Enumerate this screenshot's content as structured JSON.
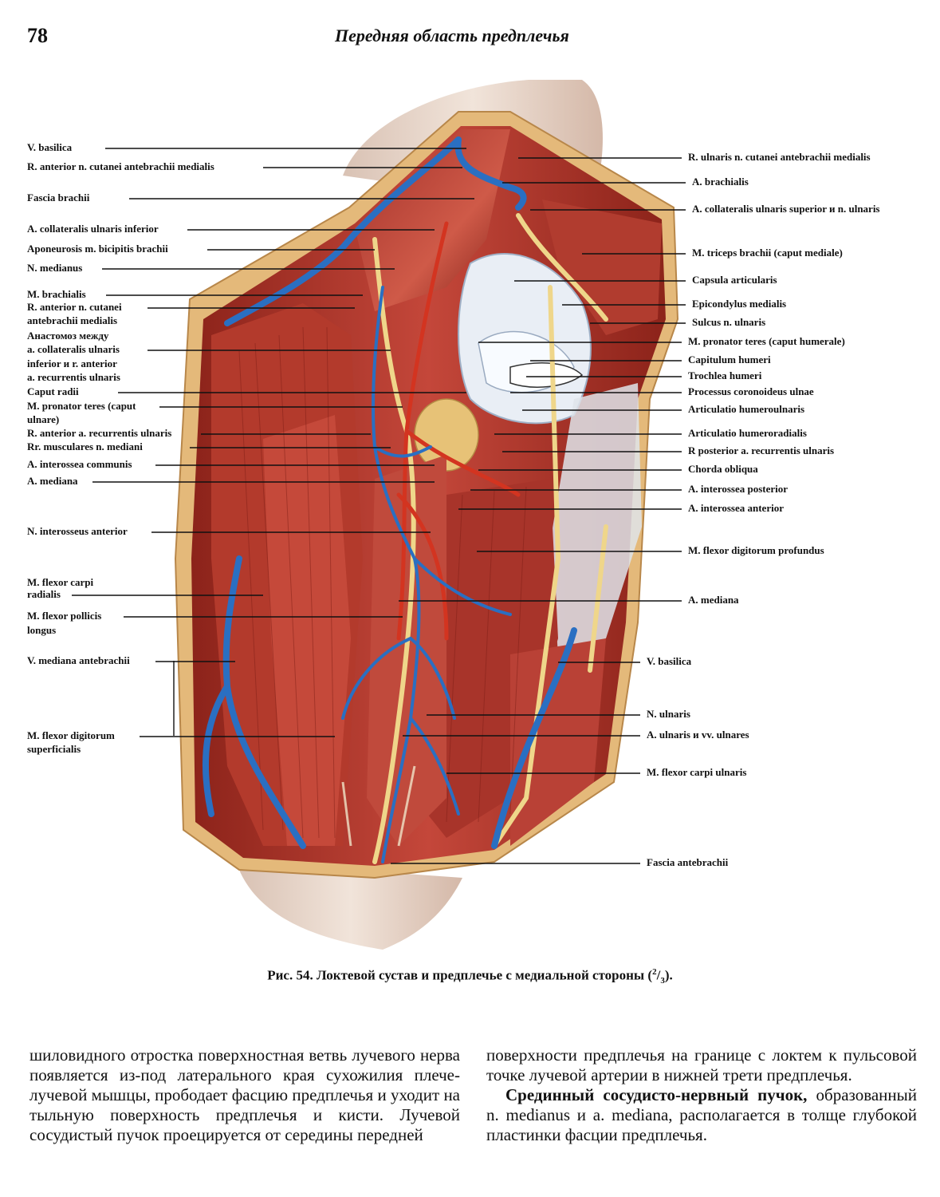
{
  "header": {
    "page_number": "78",
    "running_title": "Передняя область предплечья"
  },
  "figure": {
    "labels_left": [
      "V. basilica",
      "R. anterior n. cutanei antebrachii medialis",
      "Fascia brachii",
      "A. collateralis ulnaris inferior",
      "Aponeurosis m. bicipitis brachii",
      "N. medianus",
      "M. brachialis",
      "R. anterior n. cutanei",
      "antebrachii medialis",
      "Анастомоз между",
      "a. collateralis ulnaris",
      "inferior и r. anterior",
      "a. recurrentis ulnaris",
      "Caput radii",
      "M. pronator teres (caput",
      "ulnare)",
      "R. anterior a. recurrentis ulnaris",
      "Rr. musculares n. mediani",
      "A. interossea communis",
      "A. mediana",
      "N. interosseus anterior",
      "M. flexor carpi",
      "radialis",
      "M. flexor pollicis",
      "longus",
      "V. mediana antebrachii",
      "M. flexor digitorum",
      "superficialis"
    ],
    "labels_right": [
      "R. ulnaris n. cutanei antebrachii medialis",
      "A. brachialis",
      "A. collateralis ulnaris superior и n. ulnaris",
      "M. triceps brachii (caput mediale)",
      "Capsula articularis",
      "Epicondylus medialis",
      "Sulcus n. ulnaris",
      "M. pronator teres (caput humerale)",
      "Capitulum humeri",
      "Trochlea humeri",
      "Processus coronoideus ulnae",
      "Articulatio humeroulnaris",
      "Articulatio humeroradialis",
      "R posterior a. recurrentis ulnaris",
      "Chorda obliqua",
      "A. interossea posterior",
      "A. interossea anterior",
      "M. flexor digitorum profundus",
      "A. mediana",
      "V. basilica",
      "N. ulnaris",
      "A. ulnaris и vv. ulnares",
      "M. flexor carpi ulnaris",
      "Fascia antebrachii"
    ]
  },
  "caption": {
    "prefix": "Рис. 54. Локтевой сустав и предплечье с медиальной стороны (",
    "num": "2",
    "den": "3",
    "suffix": ")."
  },
  "body_text": {
    "left_column": "шиловидного отростка поверхностная ветвь лучевого нерва появляется из-под латерального края сухожилия плече-лучевой мышцы, прободает фасцию предплечья и уходит на тыльную поверхность предплечья и кисти. Лучевой сосудистый пучок проецируется от середины передней",
    "right_column_p1": "поверхности предплечья на границе с локтем к пульсовой точке лучевой артерии в нижней трети предплечья.",
    "right_column_p2_bold": "Срединный сосудисто-нервный пучок,",
    "right_column_p2_rest": " образованный n. medianus и a. mediana, располагается в толще глубокой пластинки фасции предплечья."
  },
  "colors": {
    "muscle": "#b23a2e",
    "muscle_dark": "#7e1f18",
    "vein": "#2a6fc2",
    "nerve": "#e8d07a",
    "skin": "#ead8c8",
    "fat": "#e9c98a",
    "joint": "#e9eef5"
  }
}
